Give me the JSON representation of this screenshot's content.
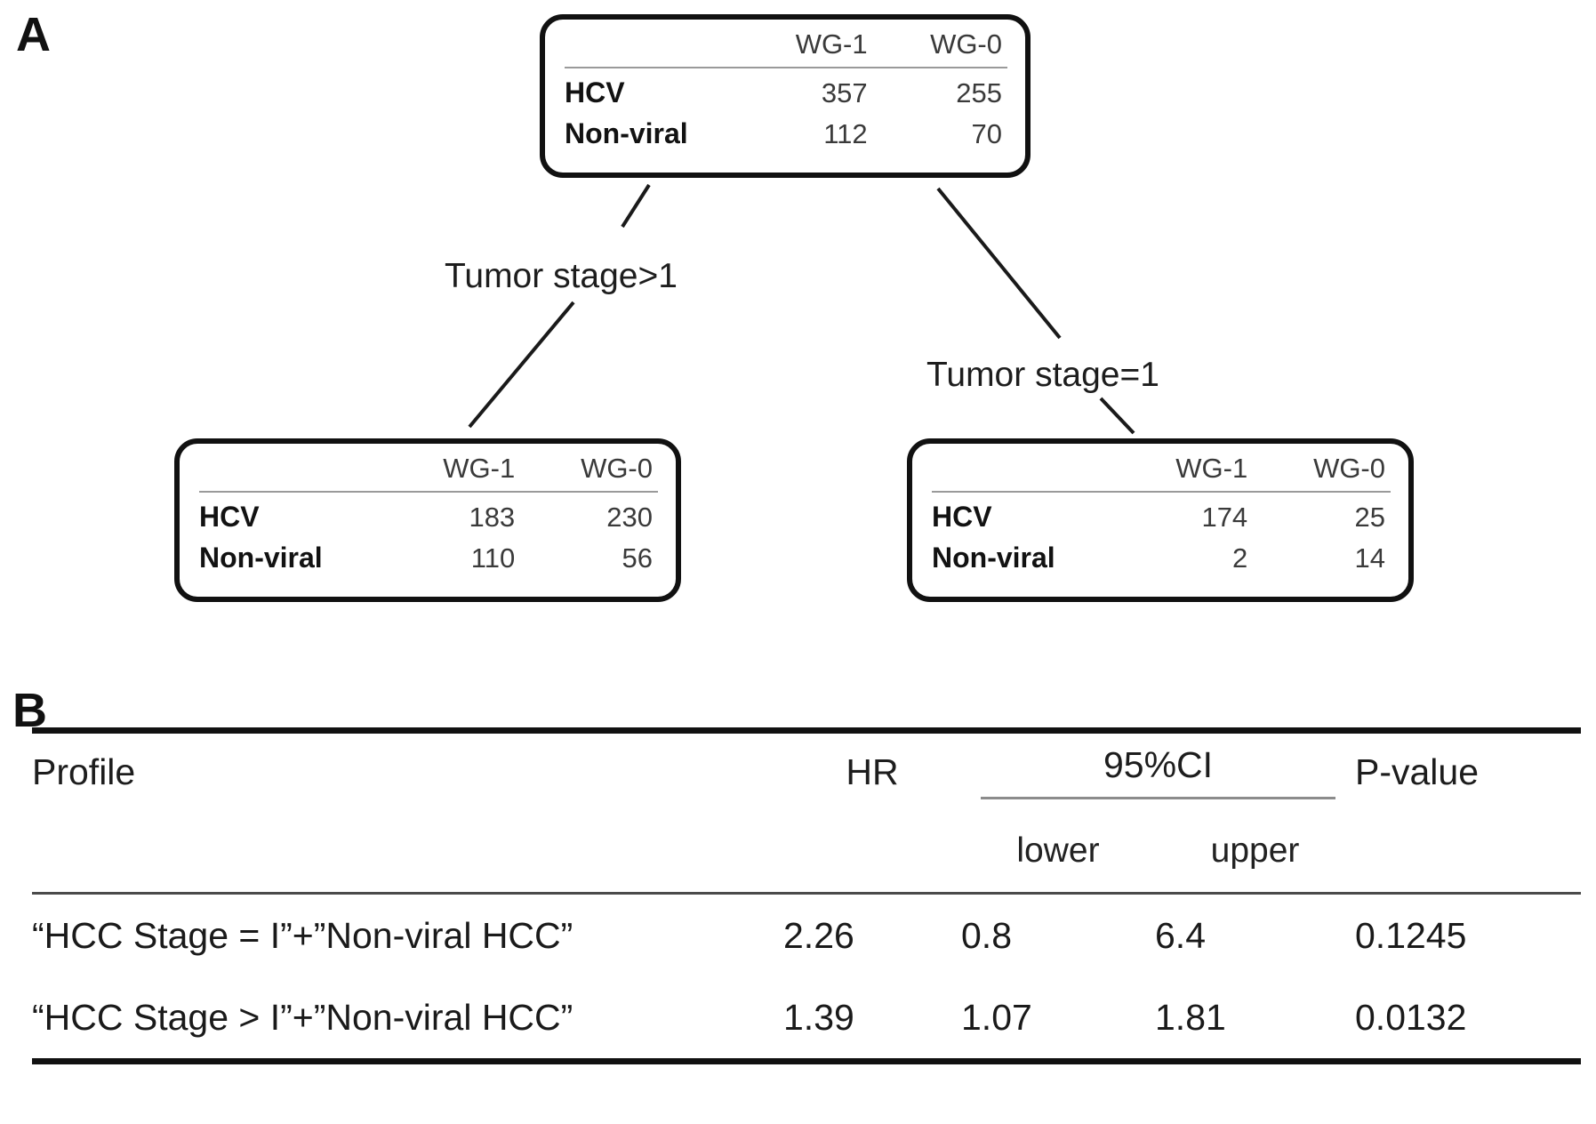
{
  "panels": {
    "a_label": "A",
    "b_label": "B"
  },
  "tree": {
    "column_headers": [
      "WG-1",
      "WG-0"
    ],
    "row_labels": [
      "HCV",
      "Non-viral"
    ],
    "nodes": {
      "root": {
        "name": "root-node",
        "headers": [
          "WG-1",
          "WG-0"
        ],
        "rows": [
          {
            "label": "HCV",
            "wg1": "357",
            "wg0": "255"
          },
          {
            "label": "Non-viral",
            "wg1": "112",
            "wg0": "70"
          }
        ]
      },
      "left": {
        "name": "tumor-stage-gt1-node",
        "headers": [
          "WG-1",
          "WG-0"
        ],
        "rows": [
          {
            "label": "HCV",
            "wg1": "183",
            "wg0": "230"
          },
          {
            "label": "Non-viral",
            "wg1": "110",
            "wg0": "56"
          }
        ]
      },
      "right": {
        "name": "tumor-stage-eq1-node",
        "headers": [
          "WG-1",
          "WG-0"
        ],
        "rows": [
          {
            "label": "HCV",
            "wg1": "174",
            "wg0": "25"
          },
          {
            "label": "Non-viral",
            "wg1": "2",
            "wg0": "14"
          }
        ]
      }
    },
    "edges": [
      {
        "label": "Tumor stage>1",
        "from": "root",
        "to": "left"
      },
      {
        "label": "Tumor stage=1",
        "from": "root",
        "to": "right"
      }
    ]
  },
  "results_table": {
    "headers": {
      "profile": "Profile",
      "hr": "HR",
      "ci": "95%CI",
      "pvalue": "P-value",
      "lower": "lower",
      "upper": "upper"
    },
    "rows": [
      {
        "profile": "“HCC Stage = I”+”Non-viral HCC”",
        "hr": "2.26",
        "lower": "0.8",
        "upper": "6.4",
        "pvalue": "0.1245"
      },
      {
        "profile": "“HCC Stage > I”+”Non-viral HCC”",
        "hr": "1.39",
        "lower": "1.07",
        "upper": "1.81",
        "pvalue": "0.0132"
      }
    ]
  },
  "chart_data": {
    "type": "table",
    "title": "",
    "decision_tree": {
      "root": {
        "split_variable": "Tumor stage",
        "categories": [
          "WG-1",
          "WG-0"
        ],
        "series": [
          {
            "name": "HCV",
            "values": [
              357,
              255
            ]
          },
          {
            "name": "Non-viral",
            "values": [
              112,
              70
            ]
          }
        ]
      },
      "children": [
        {
          "branch": "Tumor stage>1",
          "categories": [
            "WG-1",
            "WG-0"
          ],
          "series": [
            {
              "name": "HCV",
              "values": [
                183,
                230
              ]
            },
            {
              "name": "Non-viral",
              "values": [
                110,
                56
              ]
            }
          ]
        },
        {
          "branch": "Tumor stage=1",
          "categories": [
            "WG-1",
            "WG-0"
          ],
          "series": [
            {
              "name": "HCV",
              "values": [
                174,
                25
              ]
            },
            {
              "name": "Non-viral",
              "values": [
                2,
                14
              ]
            }
          ]
        }
      ]
    },
    "cox_results": {
      "columns": [
        "Profile",
        "HR",
        "95%CI lower",
        "95%CI upper",
        "P-value"
      ],
      "rows": [
        [
          "“HCC Stage = I”+”Non-viral HCC”",
          2.26,
          0.8,
          6.4,
          0.1245
        ],
        [
          "“HCC Stage > I”+”Non-viral HCC”",
          1.39,
          1.07,
          1.81,
          0.0132
        ]
      ]
    }
  }
}
